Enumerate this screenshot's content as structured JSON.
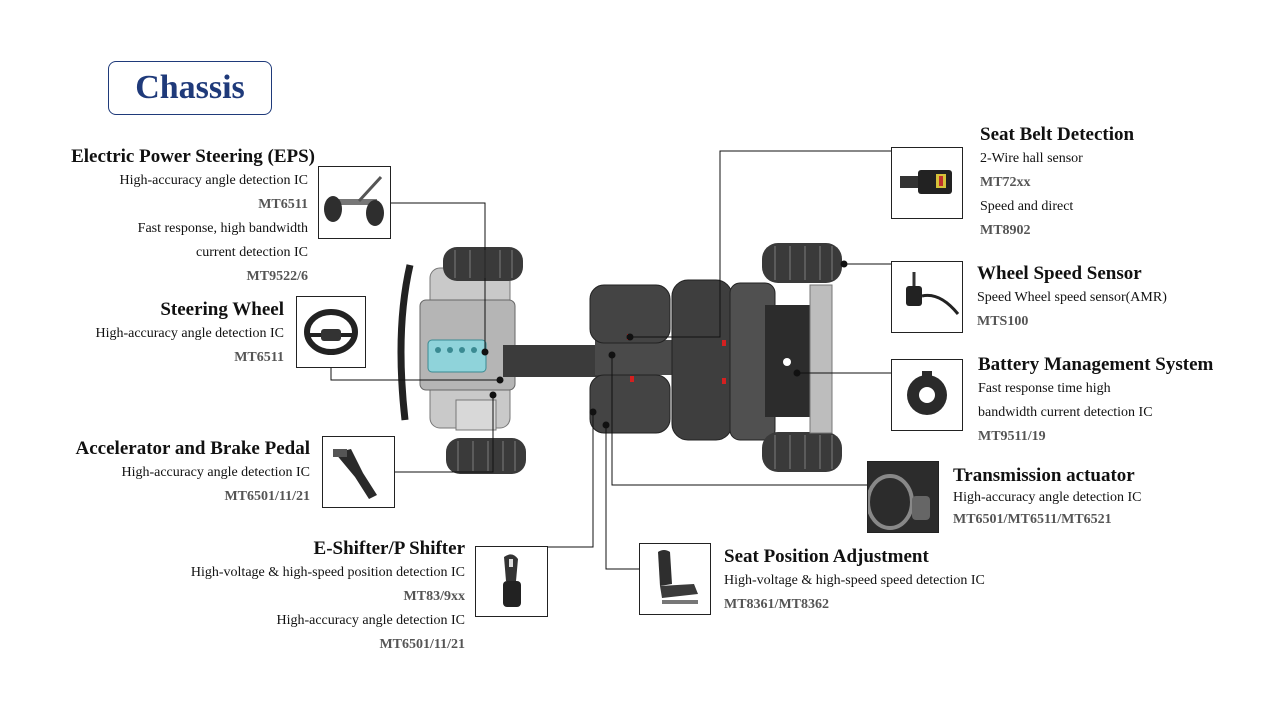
{
  "title": "Chassis",
  "sections": {
    "eps": {
      "heading": "Electric Power Steering (EPS)",
      "lines": [
        "High-accuracy angle detection IC",
        "MT6511",
        "Fast response, high bandwidth",
        "current detection IC",
        "MT9522/6"
      ]
    },
    "steering_wheel": {
      "heading": "Steering Wheel",
      "lines": [
        "High-accuracy angle detection IC",
        "MT6511"
      ]
    },
    "pedal": {
      "heading": "Accelerator and Brake Pedal",
      "lines": [
        "High-accuracy angle detection IC",
        "MT6501/11/21"
      ]
    },
    "shifter": {
      "heading": "E-Shifter/P Shifter",
      "lines": [
        "High-voltage & high-speed position detection IC",
        "MT83/9xx",
        "High-accuracy angle detection IC",
        "MT6501/11/21"
      ]
    },
    "seat_belt": {
      "heading": "Seat Belt Detection",
      "lines": [
        "2-Wire hall sensor",
        "MT72xx",
        "Speed and direct",
        "MT8902"
      ]
    },
    "wheel_speed": {
      "heading": "Wheel Speed Sensor",
      "lines": [
        "Speed Wheel speed sensor(AMR)",
        "MTS100"
      ]
    },
    "bms": {
      "heading": "Battery Management System",
      "lines": [
        "Fast response time high",
        "bandwidth current detection IC",
        "MT9511/19"
      ]
    },
    "transmission": {
      "heading": "Transmission actuator",
      "lines": [
        "High-accuracy angle detection IC",
        "MT6501/MT6511/MT6521"
      ]
    },
    "seat_position": {
      "heading": "Seat Position Adjustment",
      "lines": [
        "High-voltage & high-speed speed detection IC",
        "MT8361/MT8362"
      ]
    }
  },
  "colors": {
    "title": "#1f3a7a",
    "part_number": "#555555",
    "leader": "#111111"
  }
}
